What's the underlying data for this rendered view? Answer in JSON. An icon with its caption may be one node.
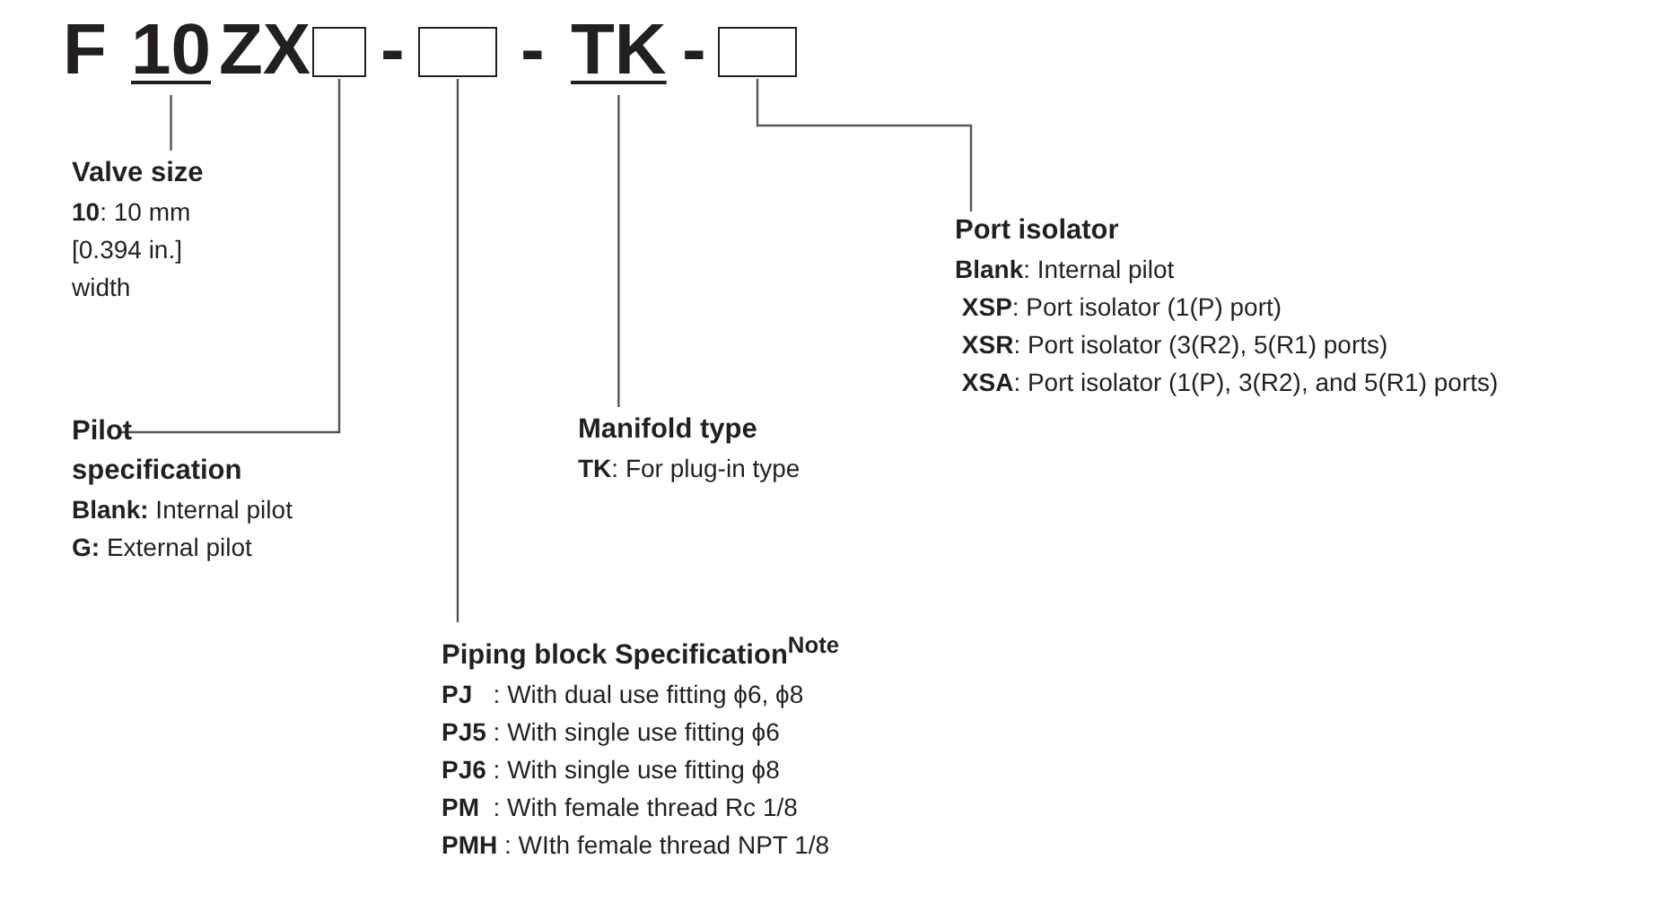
{
  "diagram": {
    "nodes": [
      {
        "text": [
          "10"
        ]
      },
      {
        "text": [],
        "shape": "box"
      },
      {
        "text": [],
        "shape": "box"
      },
      {
        "text": [
          "TK"
        ]
      },
      {
        "text": [],
        "shape": "box"
      },
      {
        "text": [
          "Valve size",
          "**10**: 10 mm [0.394 in.] width"
        ]
      },
      {
        "text": [
          "Pilot specification",
          "**Blank:** Internal pilot",
          "**G:** External pilot"
        ]
      },
      {
        "text": [
          "Piping block Specification$^{Note}$",
          "**PJ**   : With dual use fitting ϕ6, ϕ8",
          "**PJ5** : With single use fitting ϕ6",
          "**PJ6** : With single use fitting ϕ8",
          "**PM**  : With female thread Rc 1/8",
          "**PMH** : WIth female thread NPT 1/8"
        ]
      },
      {
        "text": [
          "Manifold type",
          "**TK**: For plug-in type"
        ]
      },
      {
        "text": [
          "Port isolator",
          "**Blank**: Internal pilot",
          " **XSP**: Port isolator (1(P) port)",
          " **XSR**: Port isolator (3(R2), 5(R1) ports)",
          " **XSA**: Port isolator (1(P), 3(R2), and 5(R1) ports)"
        ]
      }
    ],
    "edges": [
      {
        "from": 5,
        "to": 0,
        "arrow": "none"
      },
      {
        "from": 6,
        "to": 1,
        "arrow": "none"
      },
      {
        "from": 7,
        "to": 2,
        "arrow": "none"
      },
      {
        "from": 8,
        "to": 3,
        "arrow": "none"
      },
      {
        "from": 9,
        "to": 4,
        "arrow": "none"
      }
    ],
    "labels": [
      "F",
      "ZX",
      "-",
      "-",
      "-"
    ]
  }
}
